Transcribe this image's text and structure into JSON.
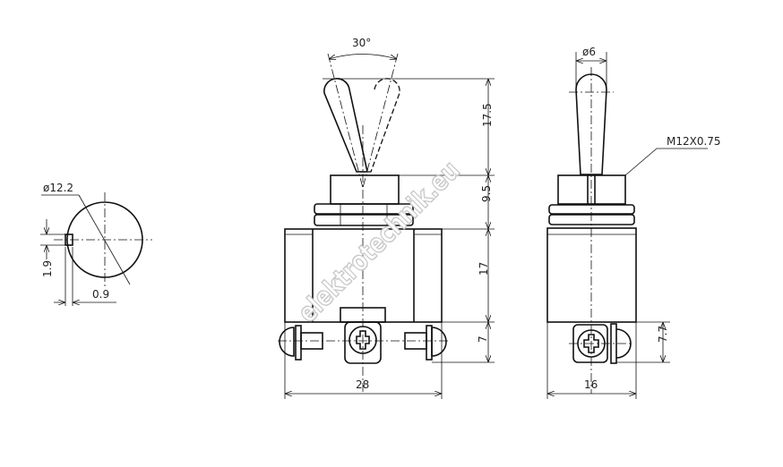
{
  "drawing": {
    "left_view": {
      "diameter_label": "ø12.2",
      "notch_height_label": "1.9",
      "notch_depth_label": "0.9"
    },
    "front_view": {
      "angle_label": "30°",
      "lever_height_label": "17.5",
      "bushing_height_label": "9.5",
      "body_height_label": "17",
      "terminal_height_label": "7",
      "width_label": "28"
    },
    "side_view": {
      "lever_diameter_label": "ø6",
      "thread_label": "M12X0.75",
      "terminal_height_label": "7.7",
      "width_label": "16"
    },
    "watermark": "elektrotechnik.eu"
  }
}
